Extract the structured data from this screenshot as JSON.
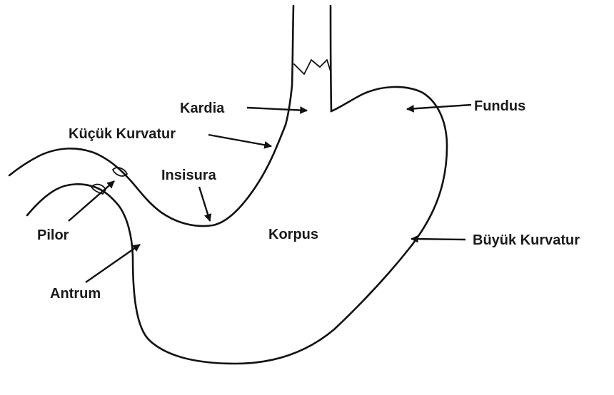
{
  "labels": {
    "kardia": "Kardia",
    "fundus": "Fundus",
    "kucuk_kurvatur": "Küçük Kurvatur",
    "insisura": "Insisura",
    "pilor": "Pilor",
    "korpus": "Korpus",
    "buyuk_kurvatur": "Büyük Kurvatur",
    "antrum": "Antrum"
  },
  "colors": {
    "ink": "#111111",
    "background": "#ffffff"
  }
}
